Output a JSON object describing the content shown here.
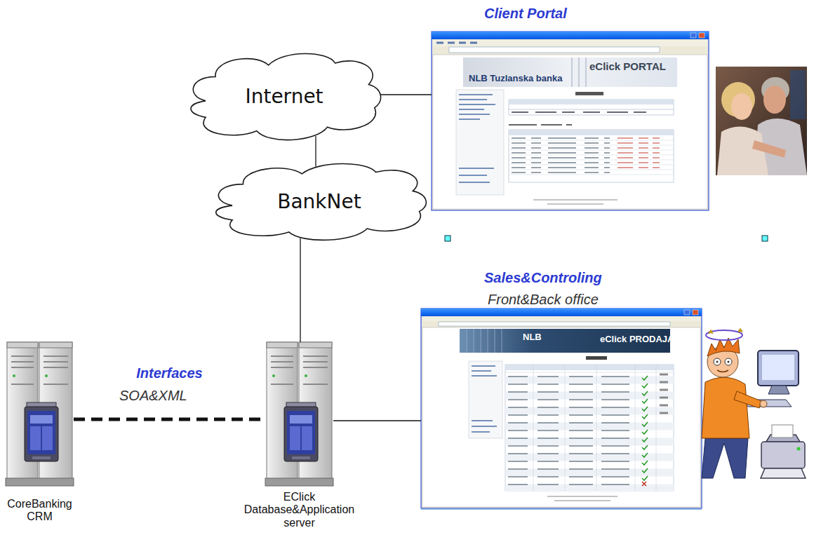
{
  "diagram": {
    "nodes": [
      {
        "text": [
          "Client Portal",
          "eClick PORTAL"
        ]
      },
      {
        "text": [
          "Internet"
        ]
      },
      {
        "text": [
          "BankNet"
        ]
      },
      {
        "text": [
          "Sales&Controling",
          "Front&Back office",
          "eClick PRODAJA"
        ]
      },
      {
        "text": [
          "CoreBanking CRM"
        ]
      },
      {
        "text": [
          "EClick Database&Application server"
        ]
      }
    ],
    "edges": [
      {
        "from": 1,
        "to": 0,
        "arrow": "none"
      },
      {
        "from": 1,
        "to": 2,
        "arrow": "none"
      },
      {
        "from": 2,
        "to": 5,
        "arrow": "none"
      },
      {
        "from": 4,
        "to": 5,
        "label": "Interfaces",
        "arrow": "none"
      },
      {
        "from": 5,
        "to": 3,
        "arrow": "none"
      }
    ],
    "labels": [
      "SOA&XML",
      "NLB Tuzlanska banka",
      "NLB"
    ]
  }
}
